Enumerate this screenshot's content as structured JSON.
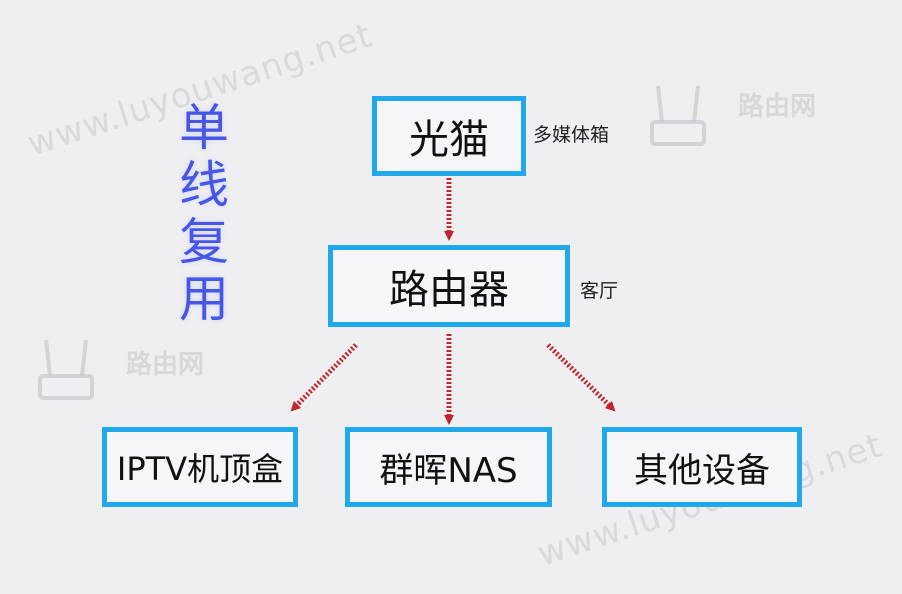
{
  "watermark": {
    "site": "www.luyouwang.net",
    "brand": "路由网"
  },
  "title": {
    "chars": [
      "单",
      "线",
      "复",
      "用"
    ]
  },
  "nodes": {
    "modem": {
      "label": "光猫",
      "note": "多媒体箱"
    },
    "router": {
      "label": "路由器",
      "note": "客厅"
    },
    "iptv": {
      "label": "IPTV机顶盒"
    },
    "nas": {
      "label": "群晖NAS"
    },
    "other": {
      "label": "其他设备"
    }
  },
  "colors": {
    "box_border": "#1fa9ea",
    "arrow": "#c0262b",
    "title": "#4556e8"
  }
}
